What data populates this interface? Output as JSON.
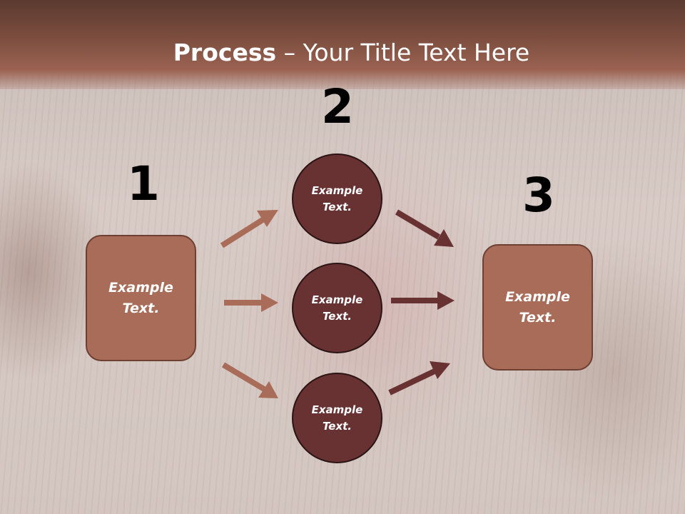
{
  "slide": {
    "title_strong": "Process",
    "title_dash": " – ",
    "title_rest": "Your Title Text Here"
  },
  "diagram": {
    "step_numbers": [
      "1",
      "2",
      "3"
    ],
    "left_box": {
      "label": "Example Text."
    },
    "right_box": {
      "label": "Example Text."
    },
    "circles": [
      {
        "label": "Example Text."
      },
      {
        "label": "Example Text."
      },
      {
        "label": "Example Text."
      }
    ]
  },
  "colors": {
    "title_bar": "#7e4f40",
    "box_fill": "#a86c58",
    "circle_fill": "#683233",
    "arrow_left": "#a86c58",
    "arrow_right": "#683233"
  }
}
